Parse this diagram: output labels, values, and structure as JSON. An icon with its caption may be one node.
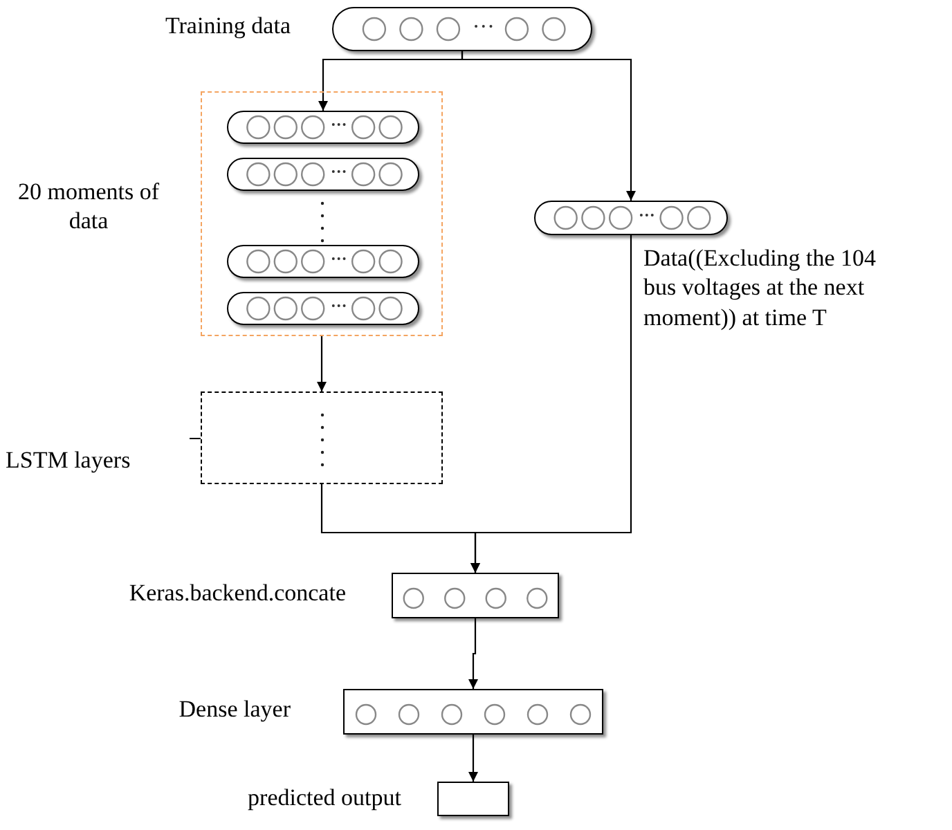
{
  "diagram": {
    "nodes": [
      {
        "text": [],
        "shape": "bar",
        "beside": [
          "Training data"
        ]
      },
      {
        "text": [],
        "shape": "box",
        "beside": [
          "20 moments of data"
        ]
      },
      {
        "text": [],
        "shape": "bar",
        "in": 1
      },
      {
        "text": [],
        "shape": "bar",
        "in": 1
      },
      {
        "text": [],
        "shape": "bar",
        "in": 1
      },
      {
        "text": [],
        "shape": "bar",
        "in": 1
      },
      {
        "text": [],
        "shape": "bar",
        "beside": [
          "Data((Excluding the 104 bus voltages at the next moment)) at time T"
        ]
      },
      {
        "text": [],
        "shape": "box",
        "beside": [
          "LSTM layers"
        ]
      },
      {
        "text": [],
        "shape": "box",
        "beside": [
          "Keras.backend.concate"
        ]
      },
      {
        "text": [],
        "shape": "box",
        "beside": [
          "Dense layer"
        ]
      },
      {
        "text": [],
        "shape": "box",
        "beside": [
          "predicted output"
        ]
      }
    ],
    "edges": [
      {
        "from": 0,
        "to": 2,
        "arrow": "to"
      },
      {
        "from": 0,
        "to": 6,
        "arrow": "to"
      },
      {
        "from": 1,
        "to": 7,
        "arrow": "to"
      },
      {
        "from": 7,
        "to": 8,
        "arrow": "to"
      },
      {
        "from": 6,
        "to": 8,
        "arrow": "to"
      },
      {
        "from": 8,
        "to": 9,
        "arrow": "to"
      },
      {
        "from": 9,
        "to": 10,
        "arrow": "to"
      }
    ]
  }
}
